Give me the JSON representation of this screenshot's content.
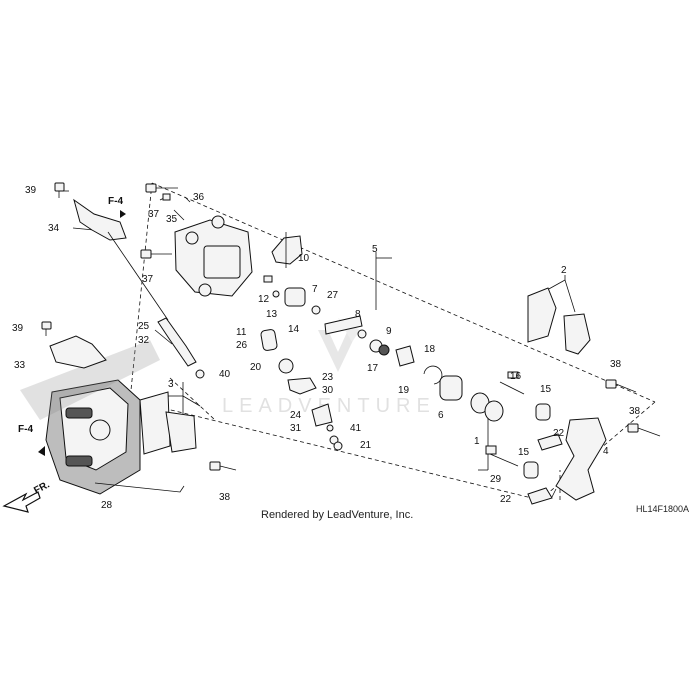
{
  "diagram": {
    "callouts": {
      "n39a": "39",
      "n34": "34",
      "nF4a": "F-4",
      "n37a": "37",
      "n36": "36",
      "n35": "35",
      "n37b": "37",
      "n5": "5",
      "n10": "10",
      "n2": "2",
      "n7": "7",
      "n27": "27",
      "n12": "12",
      "n13": "13",
      "n14": "14",
      "n8": "8",
      "n11": "11",
      "n26": "26",
      "n9": "9",
      "n17": "17",
      "n18": "18",
      "n19": "19",
      "n25": "25",
      "n32": "32",
      "n39b": "39",
      "n33": "33",
      "n20": "20",
      "n40": "40",
      "n23": "23",
      "n30": "30",
      "n3": "3",
      "n24": "24",
      "n31": "31",
      "n41": "41",
      "n21": "21",
      "n6": "6",
      "n1": "1",
      "n16": "16",
      "n15a": "15",
      "n38a": "38",
      "n38b": "38",
      "n22a": "22",
      "n4": "4",
      "n29": "29",
      "n15b": "15",
      "n22b": "22",
      "nF4b": "F-4",
      "n28": "28",
      "n38c": "38"
    },
    "direction_label": "FR.",
    "caption": "Rendered by LeadVenture, Inc.",
    "diagram_code": "HL14F1800A",
    "watermark": "LEADVENTURE"
  }
}
